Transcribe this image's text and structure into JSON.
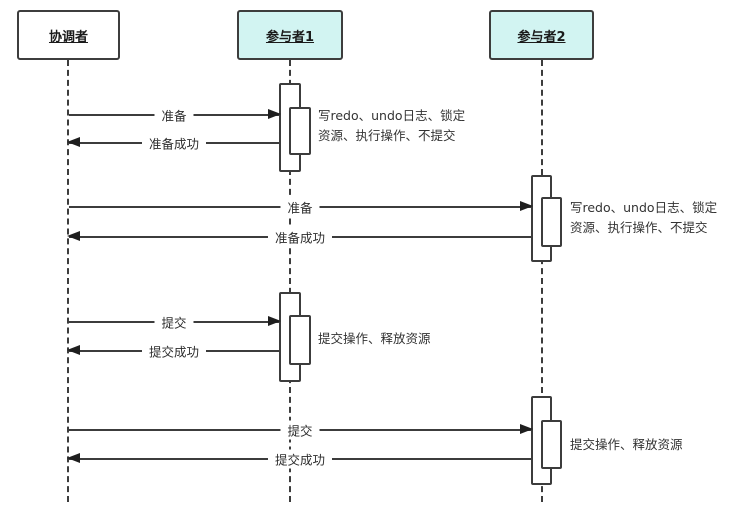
{
  "actors": [
    {
      "label": "协调者",
      "fill": "#ffffff"
    },
    {
      "label": "参与者1",
      "fill": "#d2f4f2"
    },
    {
      "label": "参与者2",
      "fill": "#d2f4f2"
    }
  ],
  "messages": [
    {
      "label": "准备",
      "from": "协调者",
      "to": "参与者1",
      "direction": "right"
    },
    {
      "label": "准备成功",
      "from": "参与者1",
      "to": "协调者",
      "direction": "left"
    },
    {
      "label": "准备",
      "from": "协调者",
      "to": "参与者2",
      "direction": "right"
    },
    {
      "label": "准备成功",
      "from": "参与者2",
      "to": "协调者",
      "direction": "left"
    },
    {
      "label": "提交",
      "from": "协调者",
      "to": "参与者1",
      "direction": "right"
    },
    {
      "label": "提交成功",
      "from": "参与者1",
      "to": "协调者",
      "direction": "left"
    },
    {
      "label": "提交",
      "from": "协调者",
      "to": "参与者2",
      "direction": "right"
    },
    {
      "label": "提交成功",
      "from": "参与者2",
      "to": "协调者",
      "direction": "left"
    }
  ],
  "annotations": [
    {
      "text": "写redo、undo日志、锁定\n资源、执行操作、不提交",
      "attached_to": "参与者1"
    },
    {
      "text": "写redo、undo日志、锁定\n资源、执行操作、不提交",
      "attached_to": "参与者2"
    },
    {
      "text": "提交操作、释放资源",
      "attached_to": "参与者1"
    },
    {
      "text": "提交操作、释放资源",
      "attached_to": "参与者2"
    }
  ],
  "colors": {
    "participant_fill": "#d2f4f2",
    "coordinator_fill": "#ffffff",
    "line": "#3c3c3c",
    "background": "#ffffff"
  }
}
